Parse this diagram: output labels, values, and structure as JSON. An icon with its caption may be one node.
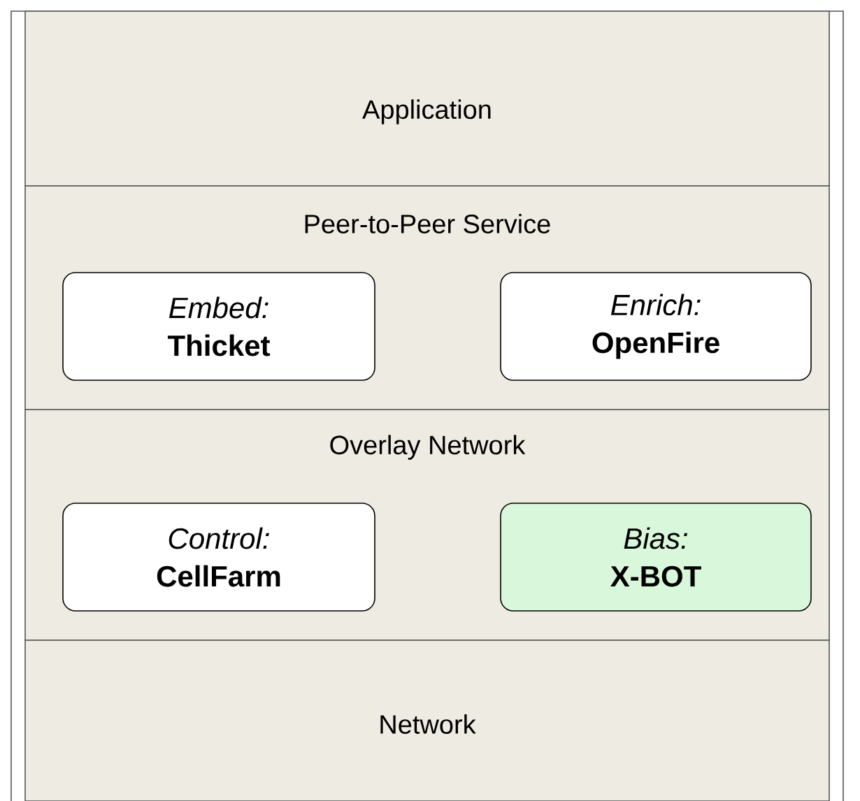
{
  "diagram": {
    "nodes": [
      {
        "text": [
          "Application"
        ]
      },
      {
        "text": [
          "Peer-to-Peer Service"
        ]
      },
      {
        "text": [
          "Embed:",
          "Thicket"
        ],
        "in": 1
      },
      {
        "text": [
          "Enrich:",
          "OpenFire"
        ],
        "in": 1
      },
      {
        "text": [
          "Overlay Network"
        ]
      },
      {
        "text": [
          "Control:",
          "CellFarm"
        ],
        "in": 4
      },
      {
        "text": [
          "Bias:",
          "X-BOT"
        ],
        "in": 4
      },
      {
        "text": [
          "Network"
        ]
      }
    ]
  }
}
